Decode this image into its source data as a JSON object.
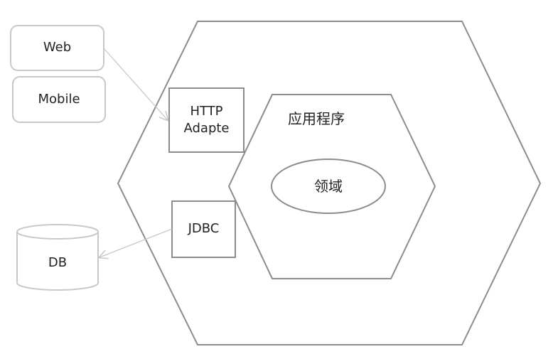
{
  "clients": {
    "web": "Web",
    "mobile": "Mobile"
  },
  "adapters": {
    "http_line1": "HTTP",
    "http_line2": "Adapte",
    "jdbc": "JDBC"
  },
  "application": {
    "label": "应用程序",
    "domain": "领域"
  },
  "database": {
    "label": "DB"
  },
  "colors": {
    "line": "#8c8c8c",
    "light_line": "#c8c8c8",
    "text": "#222222"
  }
}
